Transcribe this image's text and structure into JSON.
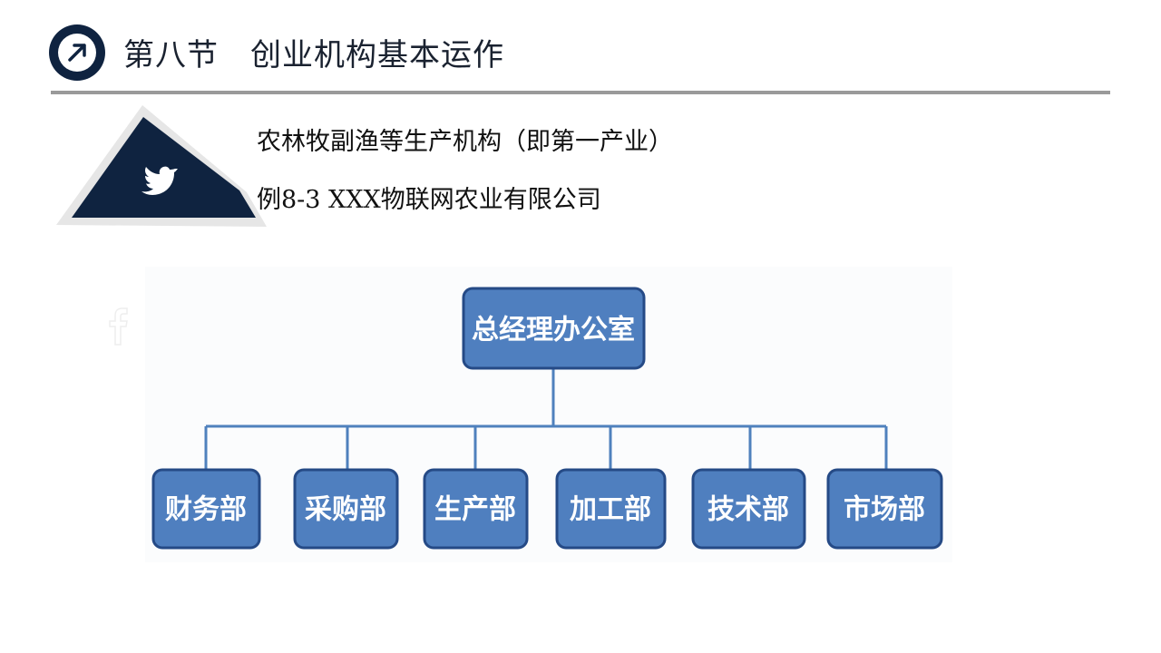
{
  "header": {
    "title": "第八节　创业机构基本运作",
    "icon": "arrow-up-right-circle-icon"
  },
  "banner": {
    "icon": "twitter-bird-icon",
    "color": "#0f2340"
  },
  "content": {
    "line1": "农林牧副渔等生产机构（即第一产业）",
    "line2": "例8-3 XXX物联网农业有限公司"
  },
  "watermark_icon": "facebook-icon",
  "org_chart": {
    "root": "总经理办公室",
    "departments": [
      "财务部",
      "采购部",
      "生产部",
      "加工部",
      "技术部",
      "市场部"
    ],
    "box_color": "#4f7fbf"
  }
}
